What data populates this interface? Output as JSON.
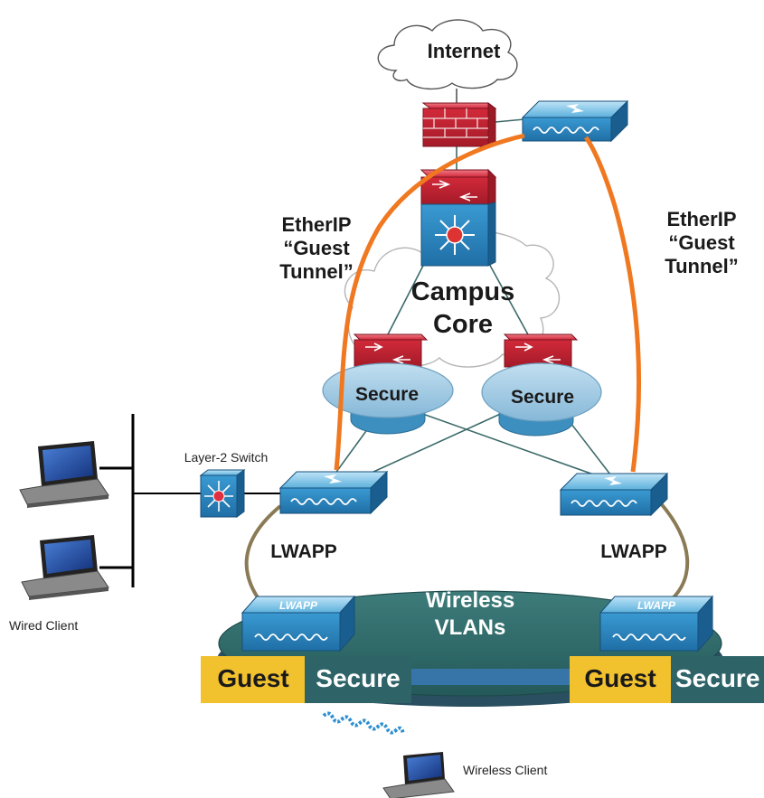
{
  "labels": {
    "internet": "Internet",
    "campus_core_line1": "Campus",
    "campus_core_line2": "Core",
    "tunnel_left": [
      "EtherIP",
      "“Guest",
      "Tunnel”"
    ],
    "tunnel_right": [
      "EtherIP",
      "“Guest",
      "Tunnel”"
    ],
    "secure_left": "Secure",
    "secure_right": "Secure",
    "layer2_switch": "Layer-2 Switch",
    "lwapp_left": "LWAPP",
    "lwapp_right": "LWAPP",
    "wireless_vlans_line1": "Wireless",
    "wireless_vlans_line2": "VLANs",
    "wired_client": "Wired Client",
    "wireless_client": "Wireless Client",
    "ap_brand_left": "LWAPP",
    "ap_brand_right": "LWAPP",
    "guest_left": "Guest",
    "secure_tag_left": "Secure",
    "guest_right": "Guest",
    "secure_tag_right": "Secure"
  },
  "colors": {
    "tunnel": "#f07820",
    "link": "#3c6a6a",
    "firewall": "#cc2233",
    "switch": "#2e8fc8",
    "guest": "#f2c12e",
    "secure": "#2e6468",
    "vlan_ellipse": "#2f6a68",
    "secure_cloud": "#9cc6df",
    "lwapp_link": "#8a7a55"
  }
}
